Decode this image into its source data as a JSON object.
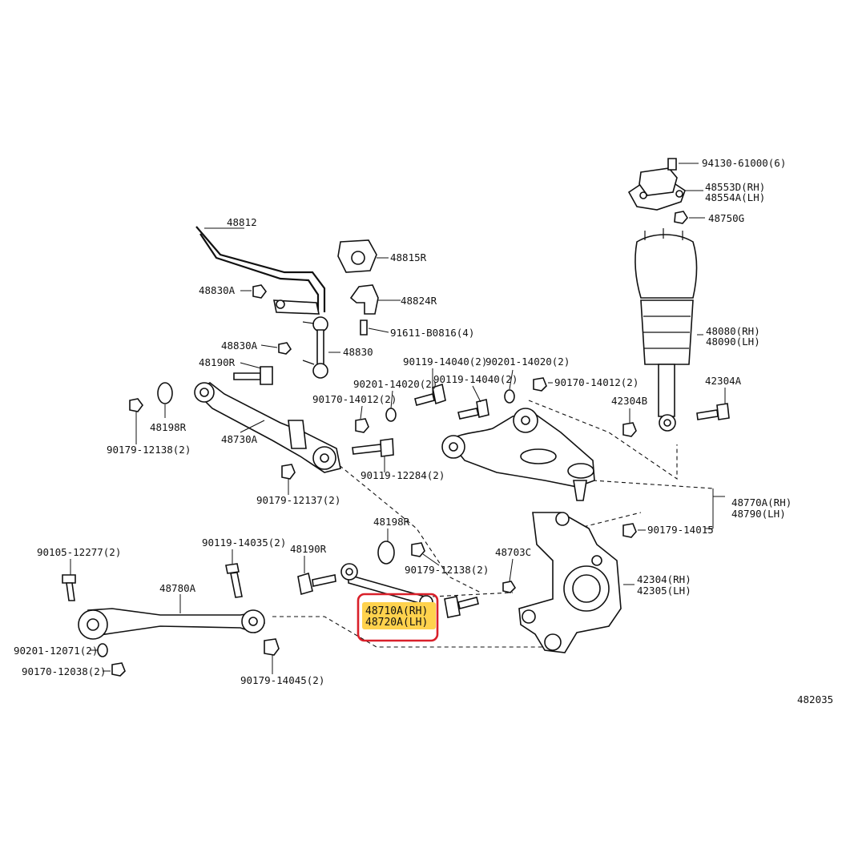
{
  "diagram_id": "482035",
  "highlight_color": "#ffd24d",
  "highlight_border_color": "#d9202a",
  "highlighted": {
    "line1": "48710A(RH)",
    "line2": "48720A(LH)"
  },
  "labels": {
    "p94130": "94130-61000(6)",
    "p48553": "48553D(RH)",
    "p48554": "48554A(LH)",
    "p48750": "48750G",
    "p48812": "48812",
    "p48815": "48815R",
    "p48830a_top": "48830A",
    "p48824": "48824R",
    "p91611": "91611-B0816(4)",
    "p48830a_mid": "48830A",
    "p48830": "48830",
    "p48080": "48080(RH)",
    "p48090": "48090(LH)",
    "p90119_14040": "90119-14040(2)",
    "p90201_14020_top": "90201-14020(2)",
    "p48190r_top": "48190R",
    "p90201_14020_mid": "90201-14020(2)",
    "p90119_14040_mid": "90119-14040(2)",
    "p90170_14012_right": "90170-14012(2)",
    "p42304a": "42304A",
    "p48198r_top": "48198R",
    "p90170_14012_left": "90170-14012(2)",
    "p42304b": "42304B",
    "p90179_12138_left": "90179-12138(2)",
    "p48730a": "48730A",
    "p90119_12284": "90119-12284(2)",
    "p90179_12137": "90179-12137(2)",
    "p48770a": "48770A(RH)",
    "p48790": "48790(LH)",
    "p48198r_bot": "48198R",
    "p90179_14015": "90179-14015",
    "p90105_12277": "90105-12277(2)",
    "p90119_14035": "90119-14035(2)",
    "p48190r_bot": "48190R",
    "p48703c": "48703C",
    "p90179_12138_bot": "90179-12138(2)",
    "p48780a": "48780A",
    "p42304": "42304(RH)",
    "p42305": "42305(LH)",
    "p90201_12071": "90201-12071(2)",
    "p90170_12038": "90170-12038(2)",
    "p90179_14045": "90179-14045(2)"
  }
}
